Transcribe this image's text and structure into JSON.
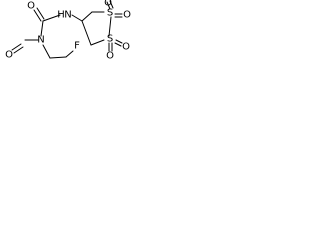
{
  "molecule": {
    "atoms": {
      "o_carbonyl": "O",
      "n_amide": "H",
      "n_amide_h": "N",
      "n_nitroso": "N",
      "o_nitroso": "O",
      "fluorine": "F",
      "sulfur_upper": "S",
      "o_upper_a": "O",
      "o_upper_b": "O",
      "sulfur_lower": "S",
      "o_lower_a": "O",
      "o_lower_b": "O"
    },
    "colors": {
      "bond": "#000000",
      "text": "#000000",
      "background": "#ffffff"
    }
  }
}
